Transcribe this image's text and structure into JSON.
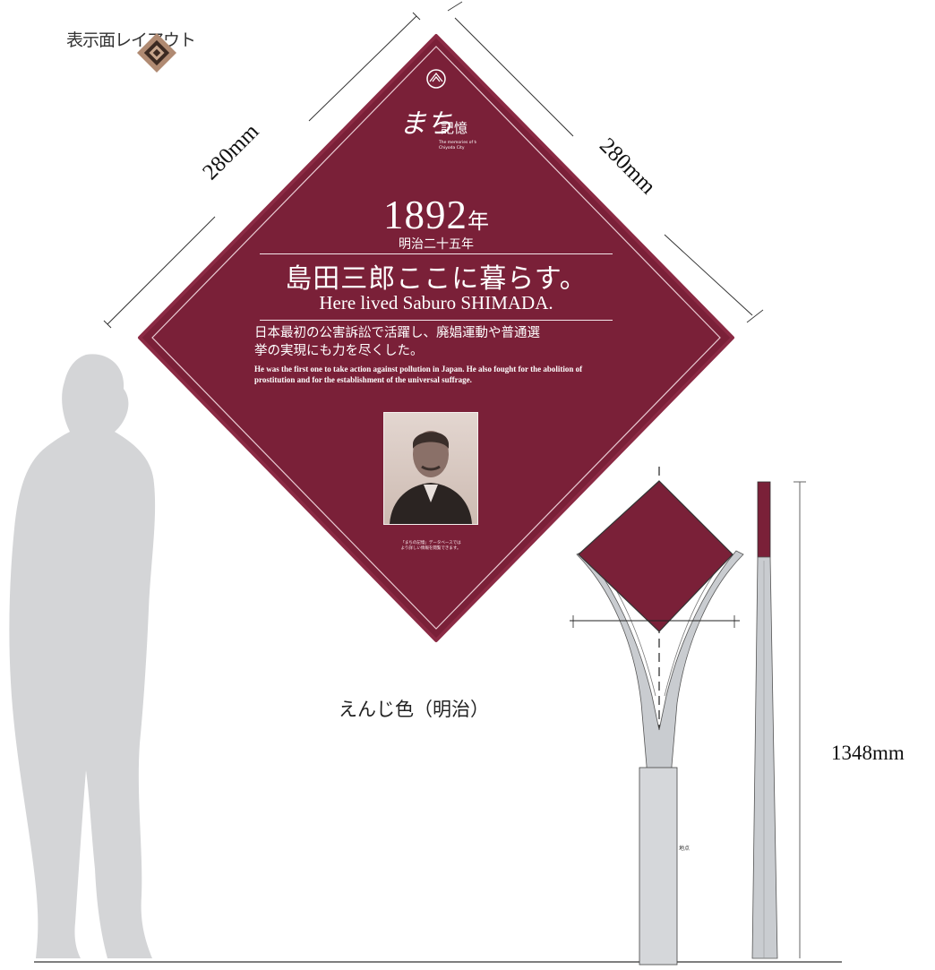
{
  "header": {
    "layout_title": "表示面レイアウト"
  },
  "dimensions": {
    "side_left": "280mm",
    "side_right": "280mm",
    "total_height": "1348mm"
  },
  "sign": {
    "year": "1892",
    "year_suffix": "年",
    "era": "明治二十五年",
    "title_ja": "島田三郎ここに暮らす。",
    "title_en": "Here lived Saburo SHIMADA.",
    "desc_ja_line1": "日本最初の公害訴訟で活躍し、廃娼運動や普通選",
    "desc_ja_line2": "挙の実現にも力を尽くした。",
    "desc_en": "He was the first one to take action against pollution in Japan. He also fought for the abolition of prostitution and for the establishment of the universal suffrage.",
    "logo_text": "まち記憶",
    "logo_sub": "記憶",
    "note_line1": "「まちの記憶」データベースでは",
    "note_line2": "より詳しい情報を閲覧できます。"
  },
  "caption": {
    "color_name": "えんじ色（明治）"
  },
  "colors": {
    "sign_burgundy": "#7a2038",
    "sign_border": "#8b2a44",
    "post_gray": "#c9ccd0",
    "silhouette": "#d4d5d7"
  },
  "icons": [
    "crest-icon",
    "qr-code-icon",
    "person-silhouette-icon",
    "post-front-icon",
    "post-side-icon"
  ]
}
